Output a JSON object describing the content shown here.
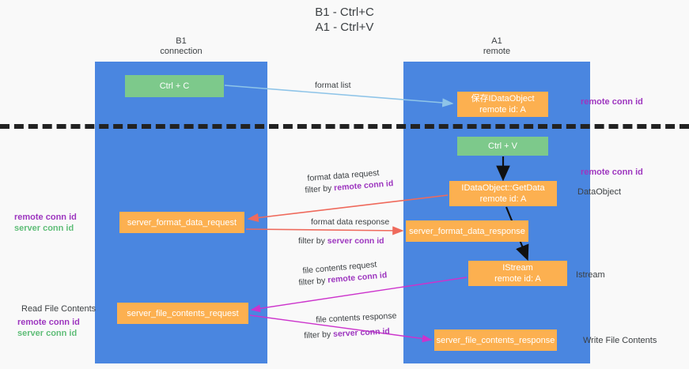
{
  "title": {
    "line1": "B1 - Ctrl+C",
    "line2": "A1 - Ctrl+V"
  },
  "lanes": [
    {
      "id": "b1",
      "name": "B1",
      "role": "connection"
    },
    {
      "id": "a1",
      "name": "A1",
      "role": "remote"
    }
  ],
  "colors": {
    "lane": "#4a86e0",
    "box_green": "#7dc98b",
    "box_orange": "#fcb050",
    "conn_purple": "#9d36bf",
    "conn_green": "#5fbd78",
    "arrow_blue": "#8ec4e8",
    "arrow_red": "#ef6a5c",
    "arrow_magenta": "#cc33cc",
    "arrow_black": "#111111",
    "background": "#f9f9f9",
    "separator": "#222222"
  },
  "boxes": {
    "ctrl_c": {
      "label": "Ctrl + C",
      "kind": "green"
    },
    "save_idataobject": {
      "label": "保存IDataObject",
      "sub": "remote id: A",
      "kind": "orange"
    },
    "ctrl_v": {
      "label": "Ctrl + V",
      "kind": "green"
    },
    "getdata": {
      "label": "IDataObject::GetData",
      "sub": "remote id: A",
      "kind": "orange"
    },
    "server_format_data_request": {
      "label": "server_format_data_request",
      "kind": "orange"
    },
    "server_format_data_response": {
      "label": "server_format_data_response",
      "kind": "orange"
    },
    "istream": {
      "label": "IStream",
      "sub": "remote id: A",
      "kind": "orange"
    },
    "server_file_contents_request": {
      "label": "server_file_contents_request",
      "kind": "orange"
    },
    "server_file_contents_response": {
      "label": "server_file_contents_response",
      "kind": "orange"
    }
  },
  "edge_labels": {
    "format_list": "format list",
    "format_data_request": "format data request",
    "format_data_request_filter_prefix": "filter by ",
    "format_data_request_filter_key": "remote conn id",
    "format_data_response": "format data response",
    "format_data_response_filter_prefix": "filter by ",
    "format_data_response_filter_key": "server conn id",
    "file_contents_request": "file contents request",
    "file_contents_request_filter_prefix": "filter by ",
    "file_contents_request_filter_key": "remote conn id",
    "file_contents_response": "file contents response",
    "file_contents_response_filter_prefix": "filter by ",
    "file_contents_response_filter_key": "server conn id"
  },
  "side_labels": {
    "remote_conn_id_top": "remote conn id",
    "remote_conn_id_mid": "remote conn id",
    "dataobject": "DataObject",
    "istream": "Istream",
    "write_file_contents": "Write File Contents",
    "read_file_contents": "Read File Contents",
    "legend_remote_conn_id": "remote conn id",
    "legend_server_conn_id": "server conn id",
    "legend2_remote_conn_id": "remote conn id",
    "legend2_server_conn_id": "server conn id"
  }
}
